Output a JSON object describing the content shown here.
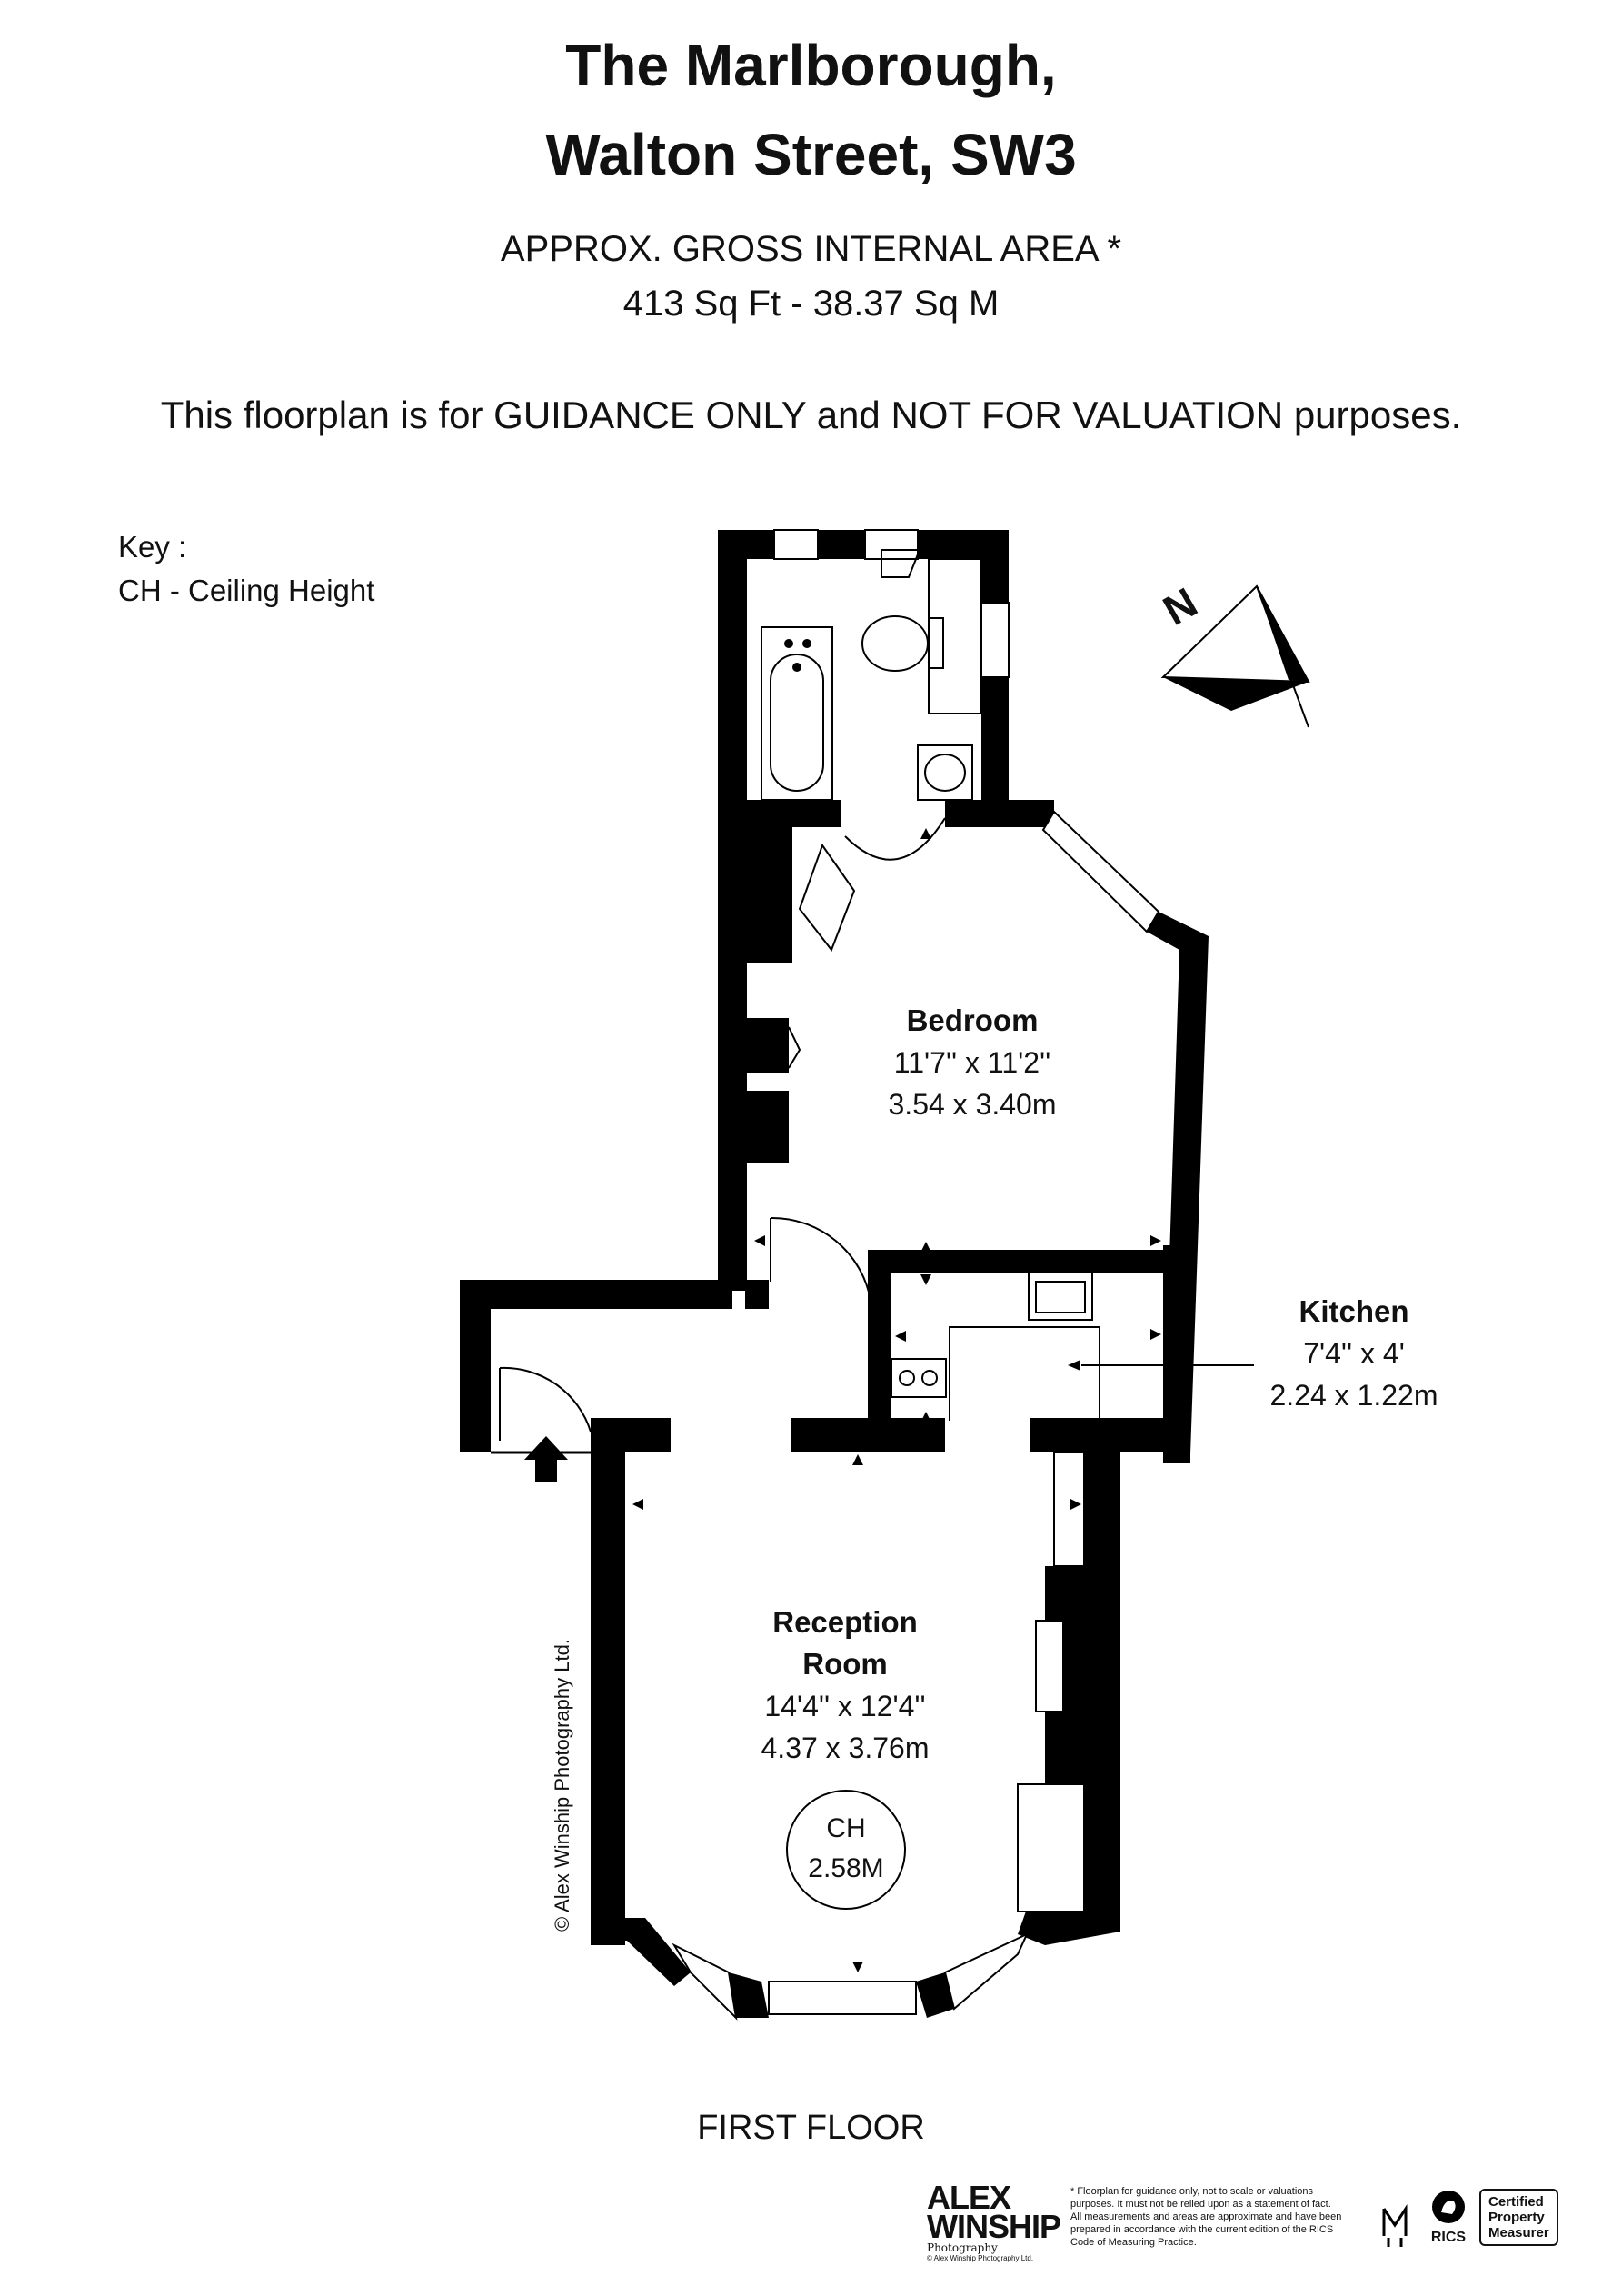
{
  "header": {
    "title_line1": "The Marlborough,",
    "title_line2": "Walton Street, SW3",
    "area_label": "APPROX. GROSS INTERNAL  AREA *",
    "area_value": "413 Sq Ft  -  38.37 Sq M",
    "disclaimer": "This floorplan is for GUIDANCE ONLY and NOT FOR VALUATION purposes."
  },
  "key": {
    "heading": "Key :",
    "items": [
      "CH - Ceiling Height"
    ]
  },
  "compass": {
    "label": "N",
    "icon": "north-arrow-icon"
  },
  "rooms": {
    "bedroom": {
      "name": "Bedroom",
      "imperial": "11'7'' x 11'2''",
      "metric": "3.54 x 3.40m"
    },
    "kitchen": {
      "name": "Kitchen",
      "imperial": "7'4'' x 4'",
      "metric": "2.24 x 1.22m"
    },
    "reception": {
      "name_line1": "Reception",
      "name_line2": "Room",
      "imperial": "14'4'' x 12'4''",
      "metric": "4.37 x 3.76m"
    }
  },
  "ceiling_height": {
    "label": "CH",
    "value": "2.58M"
  },
  "floor_label": "FIRST FLOOR",
  "copyright": "© Alex Winship Photography Ltd.",
  "footer": {
    "logo_line1": "ALEX",
    "logo_line2": "WINSHIP",
    "logo_sub": "Photography",
    "logo_small": "© Alex Winship Photography Ltd.",
    "fine_print": "* Floorplan for guidance only, not to scale or valuations purposes. It must not be relied upon as a statement of fact. All measurements and areas are approximate and have been prepared in accordance with the current edition of the RICS Code of Measuring Practice.",
    "rics_label": "RICS",
    "rics_box_line1": "Certified",
    "rics_box_line2": "Property",
    "rics_box_line3": "Measurer",
    "colors": {
      "ink": "#000000",
      "paper": "#ffffff"
    }
  }
}
